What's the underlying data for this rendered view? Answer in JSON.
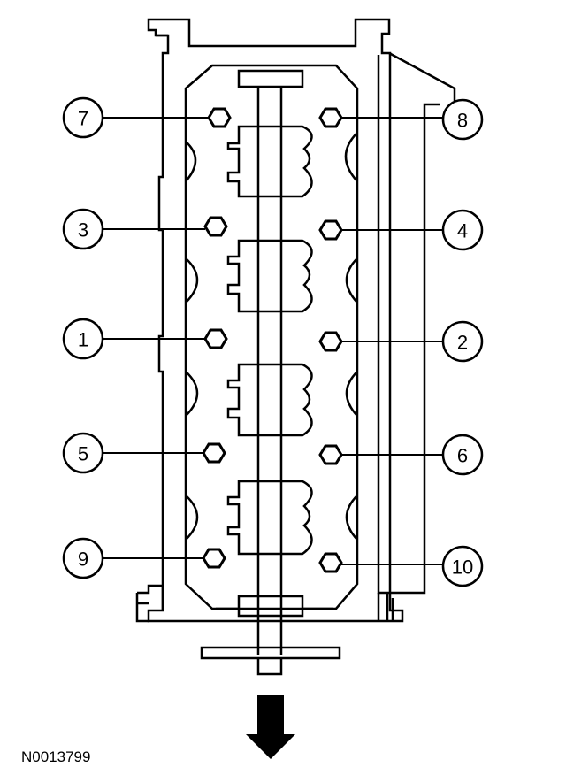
{
  "figure": {
    "id": "N0013799",
    "callouts": [
      {
        "label": "7"
      },
      {
        "label": "8"
      },
      {
        "label": "3"
      },
      {
        "label": "4"
      },
      {
        "label": "1"
      },
      {
        "label": "2"
      },
      {
        "label": "5"
      },
      {
        "label": "6"
      },
      {
        "label": "9"
      },
      {
        "label": "10"
      }
    ],
    "direction_arrow": "down-arrow-icon"
  }
}
